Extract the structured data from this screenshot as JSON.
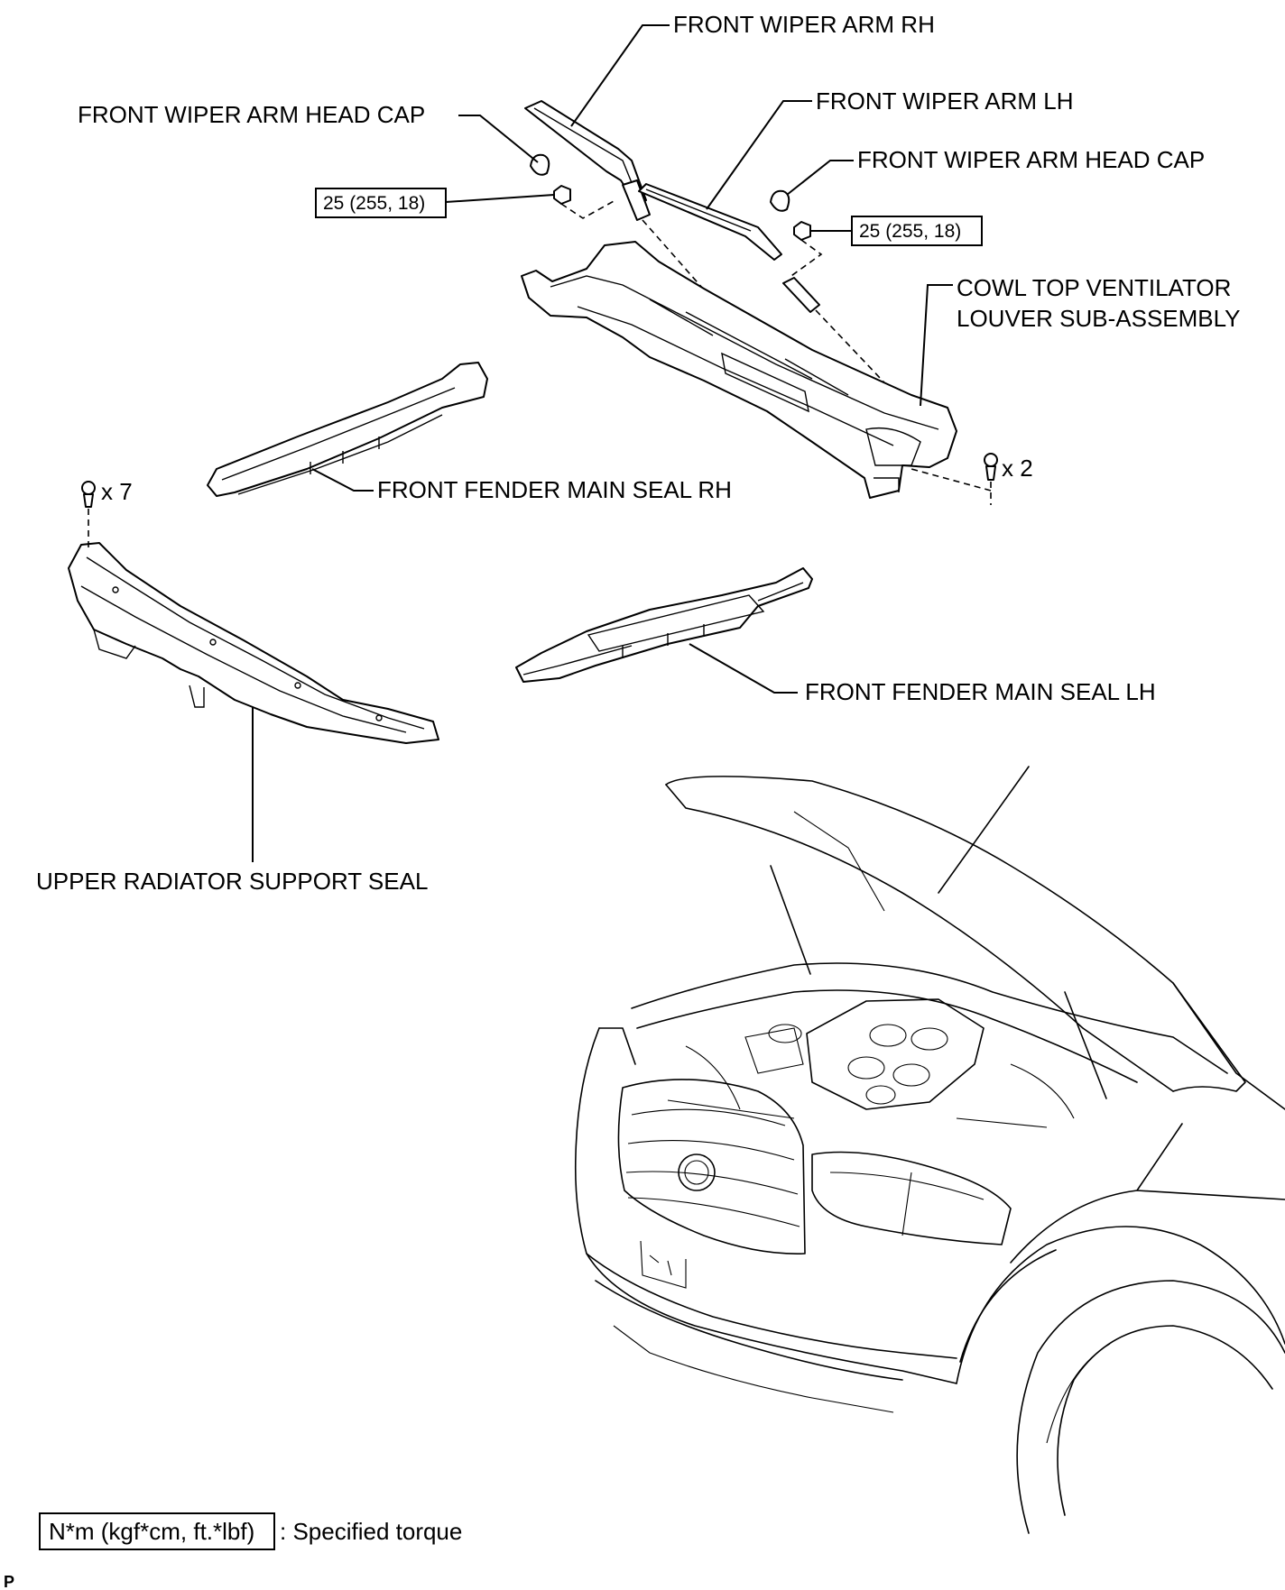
{
  "labels": {
    "front_wiper_arm_rh": "FRONT WIPER ARM RH",
    "front_wiper_arm_lh": "FRONT WIPER ARM LH",
    "front_wiper_arm_head_cap_left": "FRONT WIPER ARM HEAD CAP",
    "front_wiper_arm_head_cap_right": "FRONT WIPER ARM HEAD CAP",
    "cowl_top_line1": "COWL TOP VENTILATOR",
    "cowl_top_line2": "LOUVER SUB-ASSEMBLY",
    "front_fender_main_seal_rh": "FRONT FENDER MAIN SEAL RH",
    "front_fender_main_seal_lh": "FRONT FENDER MAIN SEAL LH",
    "upper_radiator_support_seal": "UPPER RADIATOR SUPPORT SEAL"
  },
  "torque": {
    "left_nut": "25 (255, 18)",
    "right_nut": "25 (255, 18)"
  },
  "quantities": {
    "clip_cowl": "x 2",
    "clip_radiator": "x 7"
  },
  "legend": {
    "unit_box": "N*m (kgf*cm, ft.*lbf)",
    "description": ": Specified torque"
  },
  "corner_mark": "P"
}
